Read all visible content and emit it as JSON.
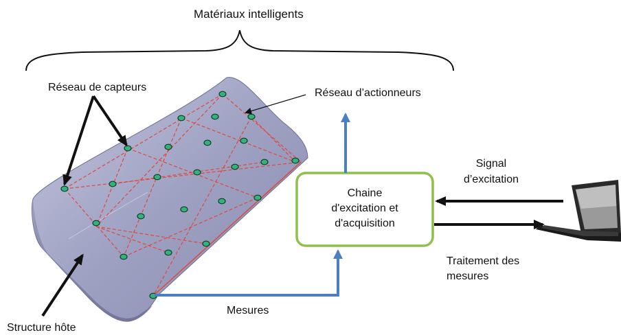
{
  "title": "Matériaux intelligents",
  "labels": {
    "sensors": "Réseau de capteurs",
    "actuators": "Réseau d’actionneurs",
    "host": "Structure hôte",
    "measures": "Mesures",
    "signal_line1": "Signal",
    "signal_line2": "d’excitation",
    "processing_line1": "Traitement des",
    "processing_line2": "mesures"
  },
  "box": {
    "line1": "Chaine",
    "line2": "d'excitation et",
    "line3": "d'acquisition"
  },
  "colors": {
    "panel": "#8f91b4",
    "panel_light": "#b9bbd6",
    "grid_line": "#e0483a",
    "node": "#33b37a",
    "box_border": "#8ec04a",
    "arrow_blue": "#4a7fc1",
    "black": "#111111"
  },
  "icons": {
    "laptop": "laptop-icon"
  }
}
